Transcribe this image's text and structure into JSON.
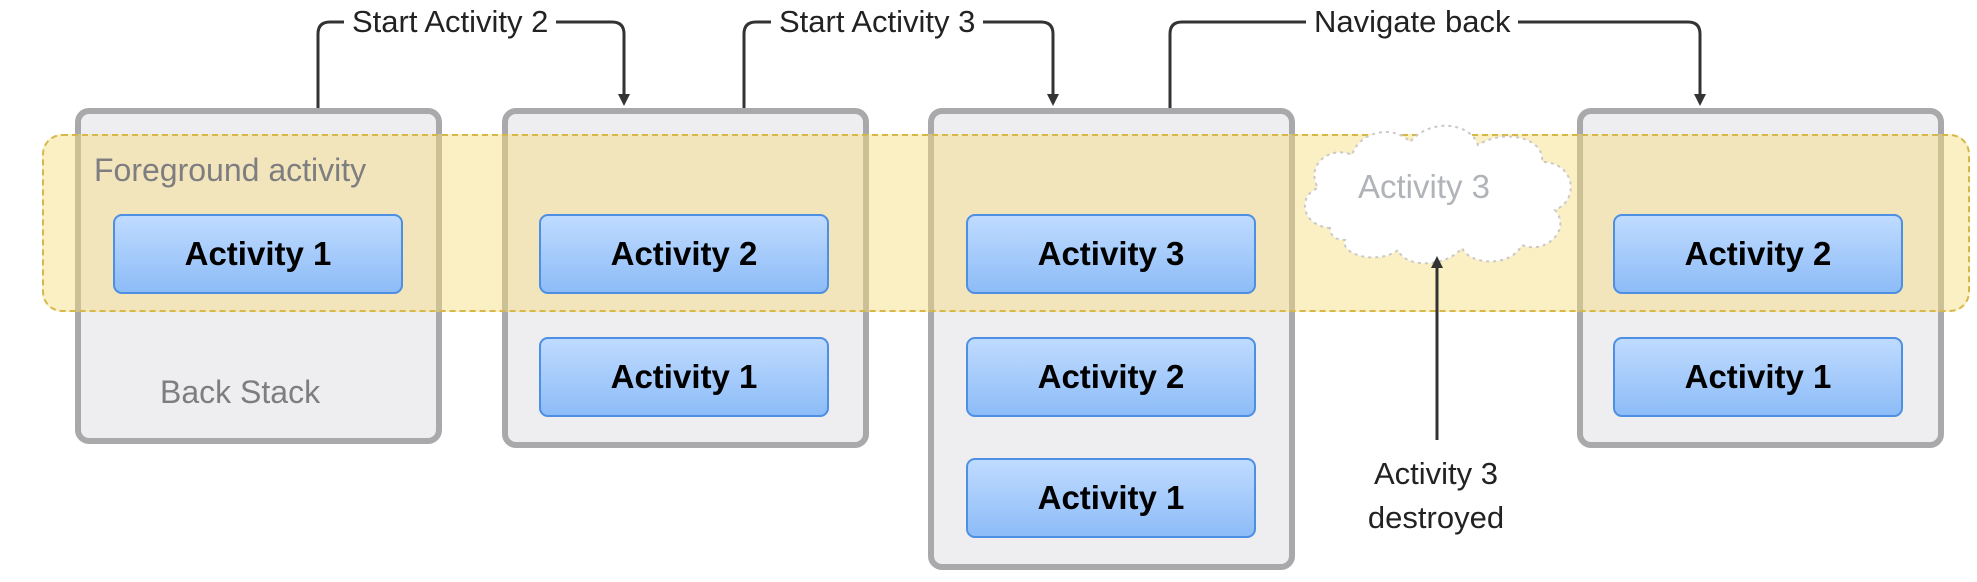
{
  "labels": {
    "foreground": "Foreground activity",
    "back_stack": "Back Stack",
    "start_2": "Start Activity 2",
    "start_3": "Start Activity 3",
    "navigate_back": "Navigate back",
    "ghost": "Activity 3",
    "destroyed_line1": "Activity 3",
    "destroyed_line2": "destroyed"
  },
  "stacks": [
    {
      "activities": [
        "Activity 1"
      ]
    },
    {
      "activities": [
        "Activity 2",
        "Activity 1"
      ]
    },
    {
      "activities": [
        "Activity 3",
        "Activity 2",
        "Activity 1"
      ]
    },
    {
      "activities": [
        "Activity 2",
        "Activity 1"
      ]
    }
  ],
  "colors": {
    "activity_fill": "#a9cdfb",
    "activity_border": "#4d8fe3",
    "highlight_band": "#f6dc7c",
    "stack_border": "#a9a9ab"
  }
}
